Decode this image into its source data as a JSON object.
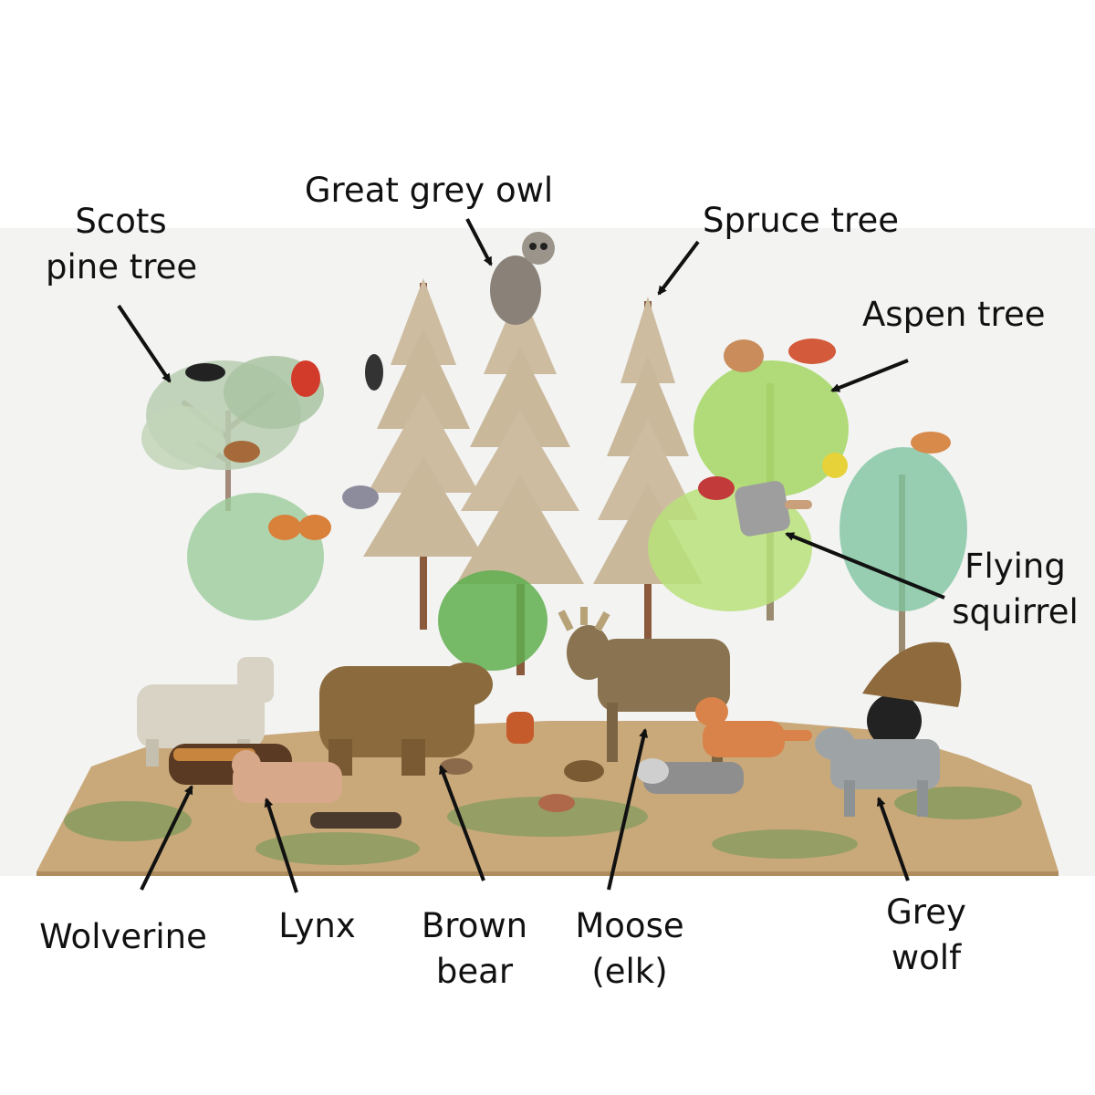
{
  "colors": {
    "board": "#c9a97a",
    "board_edge": "#b08d5e",
    "green_patch": "#7d9a5c",
    "pine_trunk": "#8b5a3c",
    "pine_foliage": "#c9b89a",
    "aspen_leaf": "#a8d86a",
    "birch_leaf": "#7fc4a0",
    "bear": "#8b6a3e",
    "moose": "#8a7350",
    "wolf": "#9ea4a6",
    "fox": "#d9834a",
    "wolverine": "#5a3a22",
    "lynx": "#d7a98a",
    "reindeer": "#d9d3c5",
    "arrow": "#111111",
    "text": "#111111"
  },
  "labels": {
    "scots_pine": [
      "Scots",
      "pine tree"
    ],
    "great_grey_owl": [
      "Great grey owl"
    ],
    "spruce_tree": [
      "Spruce tree"
    ],
    "aspen_tree": [
      "Aspen tree"
    ],
    "flying_squirrel": [
      "Flying",
      "squirrel"
    ],
    "wolverine": [
      "Wolverine"
    ],
    "lynx": [
      "Lynx"
    ],
    "brown_bear": [
      "Brown",
      "bear"
    ],
    "moose": [
      "Moose",
      "(elk)"
    ],
    "grey_wolf": [
      "Grey",
      "wolf"
    ]
  }
}
